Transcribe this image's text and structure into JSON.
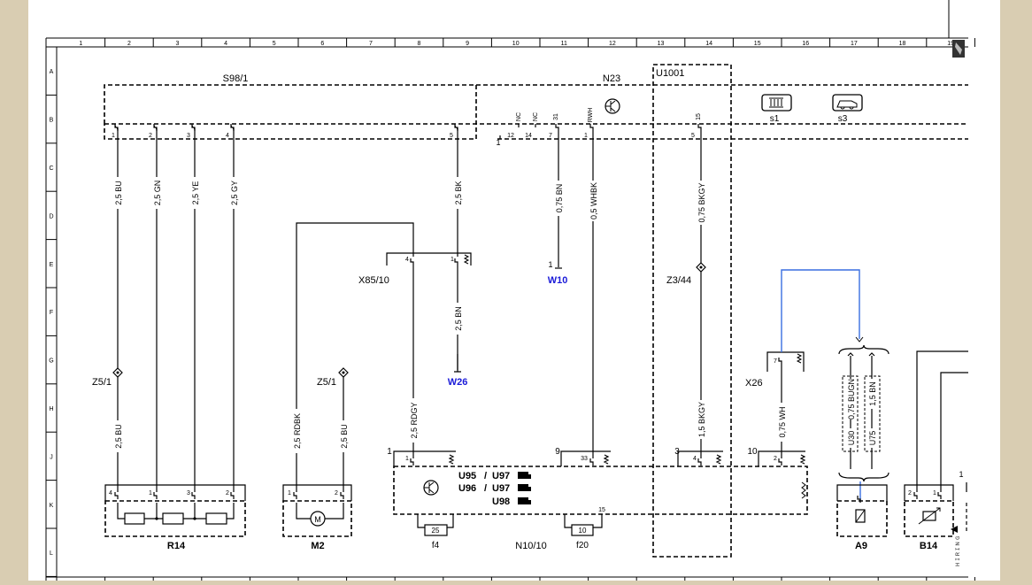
{
  "colors": {
    "frame": "#d9cdb2",
    "paper": "#ffffff",
    "ink": "#000000",
    "link": "#1a1ad8",
    "wire_blue": "#3a6fe0"
  },
  "grid_columns": [
    "1",
    "2",
    "3",
    "4",
    "5",
    "6",
    "7",
    "8",
    "9",
    "10",
    "11",
    "12",
    "13",
    "14",
    "15",
    "16",
    "17",
    "18",
    "19"
  ],
  "grid_rows": [
    "A",
    "B",
    "C",
    "D",
    "E",
    "F",
    "G",
    "H",
    "J",
    "K",
    "L"
  ],
  "components": {
    "s98": "S98/1",
    "n23": "N23",
    "u1001": "U1001",
    "x85": "X85/10",
    "w10": "W10",
    "w26": "W26",
    "z3": "Z3/44",
    "z5a": "Z5/1",
    "z5b": "Z5/1",
    "x26": "X26",
    "r14": "R14",
    "m2": "M2",
    "n10": "N10/10",
    "f4": "f4",
    "f20": "f20",
    "a9": "A9",
    "b14": "B14",
    "s1": "s1",
    "s3": "s3"
  },
  "fuses": {
    "f4_value": "25",
    "f20_value": "10"
  },
  "wires": {
    "w1": "2,5 BU",
    "w2": "2,5 GN",
    "w3": "2,5 YE",
    "w4": "2,5 GY",
    "w5": "2,5 BK",
    "w6": "0,75 BN",
    "w7": "0,5 WHBK",
    "w8": "0,75 BKGY",
    "w9": "2,5 BN",
    "w10": "2,5 BU",
    "w11": "2,5 RDBK",
    "w12": "2,5 BU",
    "w13": "2,5 RDGY",
    "w14": "1,5 BKGY",
    "w15": "0,75 WH",
    "w16": "0,75 BUGN",
    "w17": "1,5 BN"
  },
  "pins": {
    "s98": [
      "1",
      "2",
      "3",
      "4",
      "5"
    ],
    "n23": [
      "NC",
      "NC",
      "31",
      "RWH",
      "15"
    ],
    "n23_num": [
      "12",
      "14",
      "7",
      "1",
      "5"
    ],
    "n23_left": "1",
    "x85": [
      "4",
      "1"
    ],
    "w10": "1",
    "x26": "7",
    "n10_groups": [
      "1",
      "9",
      "3",
      "10"
    ],
    "n10_pins": [
      "1",
      "33",
      "4",
      "2"
    ],
    "r14": [
      "4",
      "1",
      "3",
      "2"
    ],
    "m2": [
      "1",
      "2"
    ],
    "f20_pin": "15",
    "b14": [
      "2",
      "1"
    ],
    "b14_right": "1"
  },
  "refs": {
    "u95": "U95",
    "u97": "U97",
    "u96": "U96",
    "u98": "U98",
    "u30": "U30",
    "u75": "U75",
    "slash": "/"
  },
  "vertical_note": "ʜ ɪ ʀ ɪ ɴ ɢ"
}
